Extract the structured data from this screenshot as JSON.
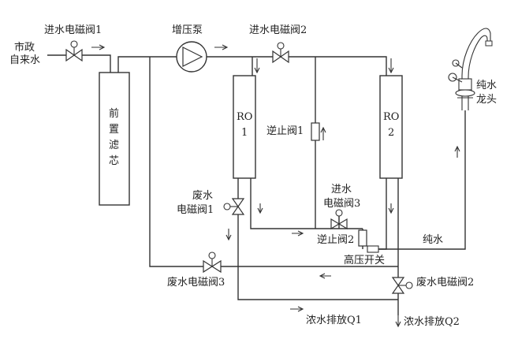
{
  "labels": {
    "city_water": [
      "市政",
      "自来水"
    ],
    "valve1": "进水电磁阀1",
    "booster_pump": "增压泵",
    "valve2": "进水电磁阀2",
    "pre_filter": [
      "前",
      "置",
      "滤",
      "芯"
    ],
    "ro1": [
      "RO",
      "1"
    ],
    "ro2": [
      "RO",
      "2"
    ],
    "check_valve1": "逆止阀1",
    "waste_valve1": [
      "废水",
      "电磁阀1"
    ],
    "valve3": [
      "进水",
      "电磁阀3"
    ],
    "check_valve2": "逆止阀2",
    "pure_water": "纯水",
    "high_pressure_switch": "高压开关",
    "waste_valve3": "废水电磁阀3",
    "waste_valve2": "废水电磁阀2",
    "drain_q1": "浓水排放Q1",
    "drain_q2": "浓水排放Q2",
    "faucet": [
      "纯水",
      "龙头"
    ]
  }
}
